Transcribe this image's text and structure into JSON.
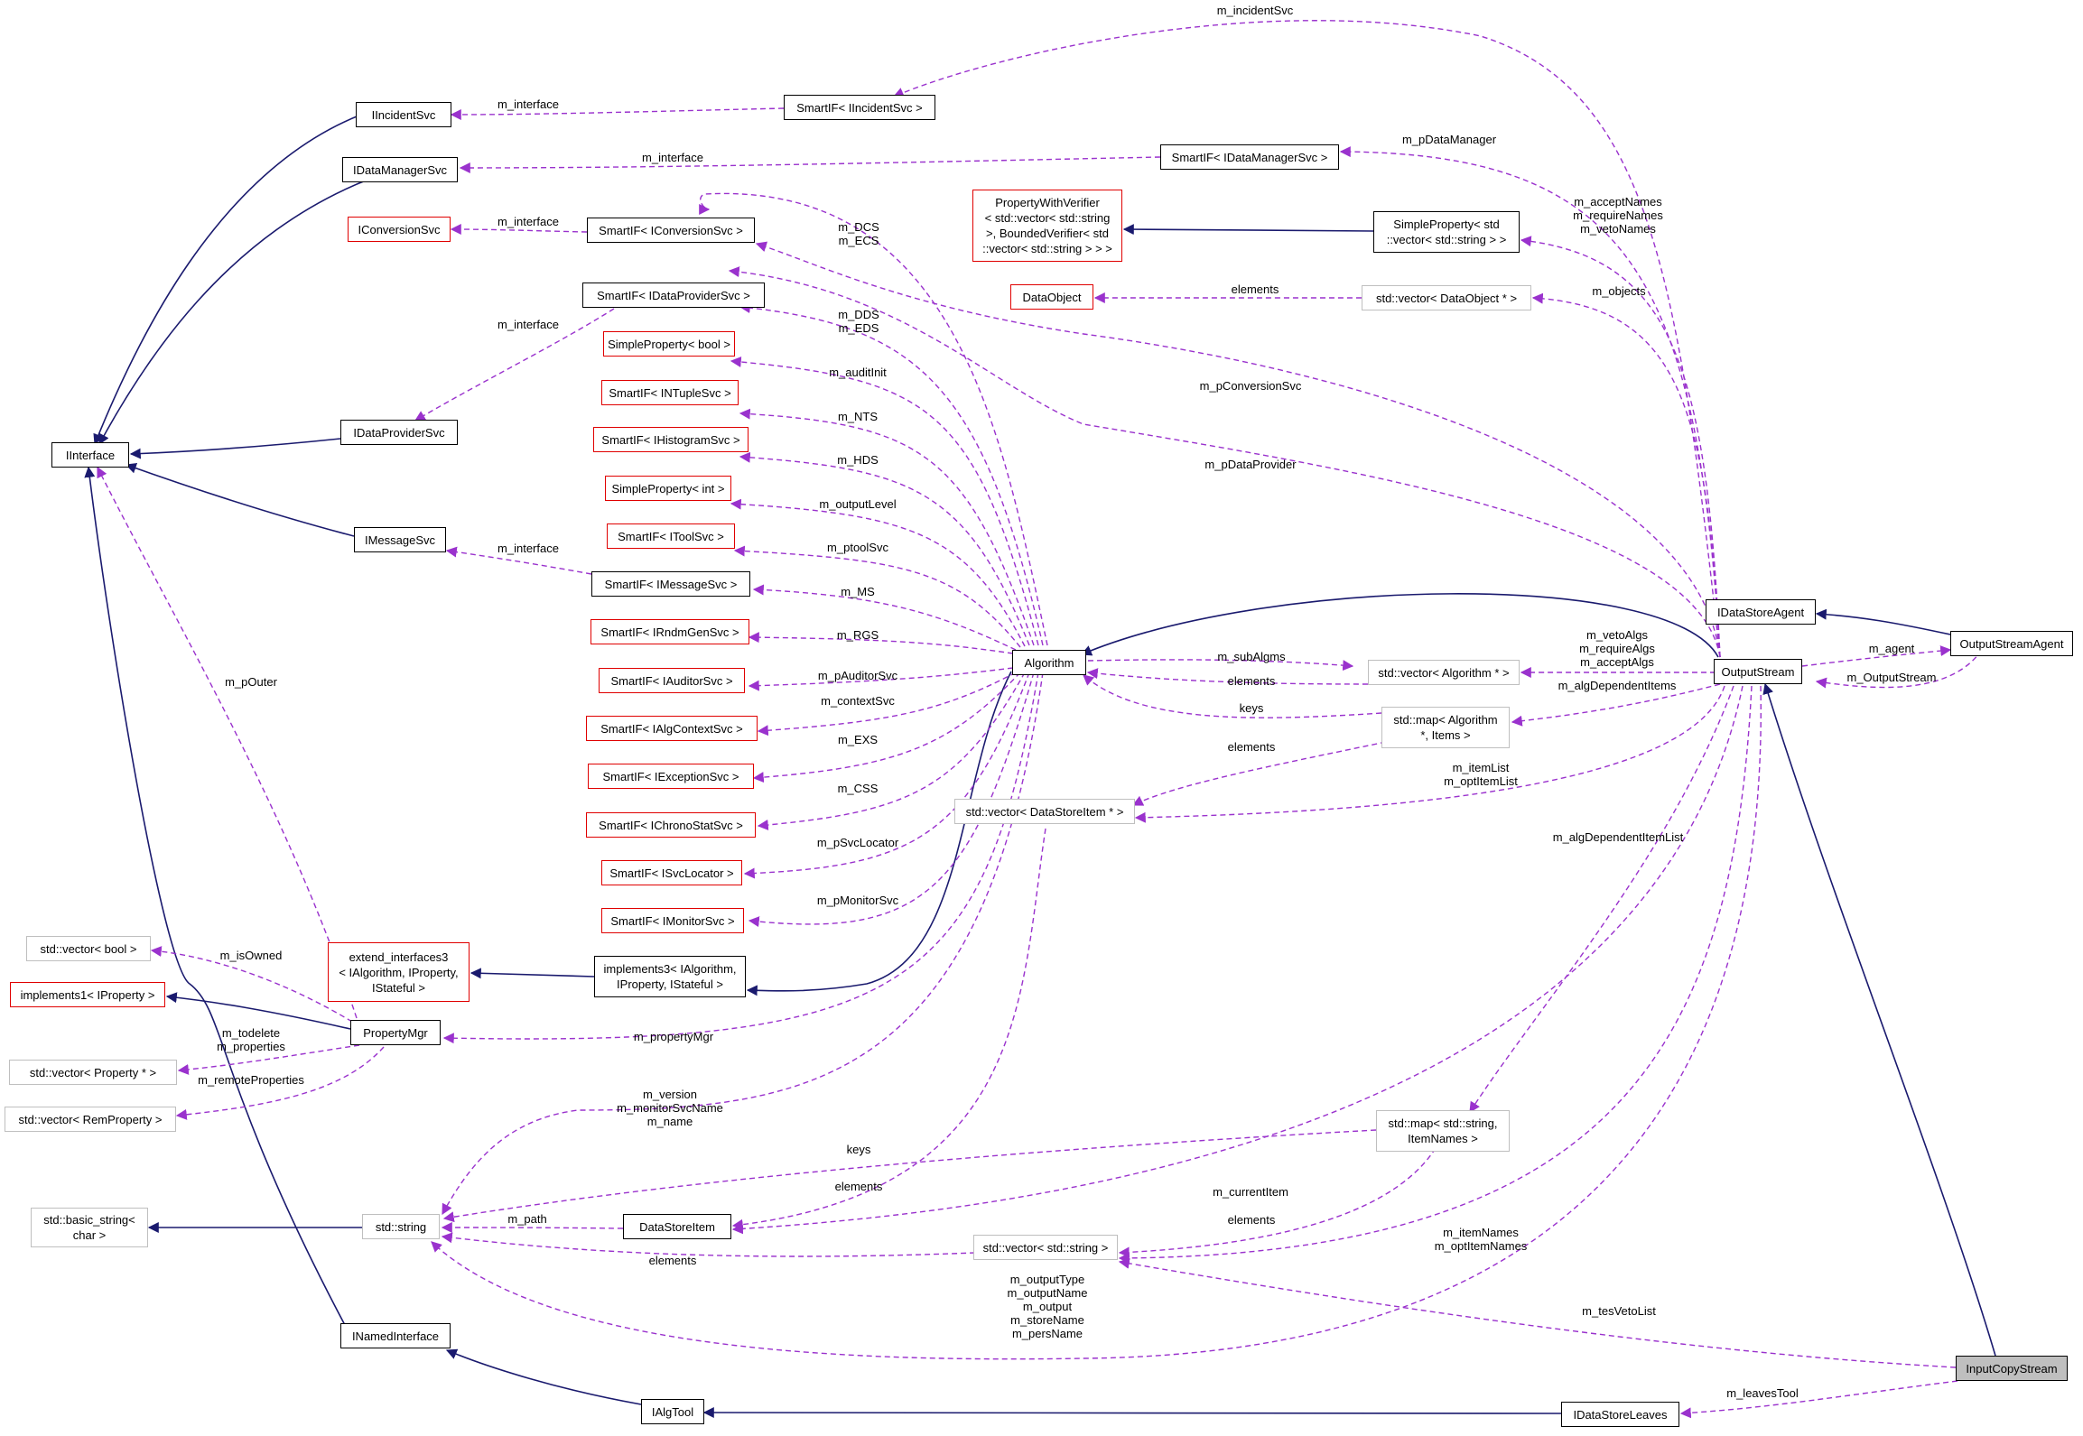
{
  "colors": {
    "inheritance": "#1a1a6e",
    "usage": "#9a32cd",
    "box_border_normal": "#000000",
    "box_border_template": "#e00000",
    "box_border_external": "#bfbfbf",
    "selected_fill": "#bfbfbf"
  },
  "nodes": {
    "IIncidentSvc": "IIncidentSvc",
    "IDataManagerSvc": "IDataManagerSvc",
    "IConversionSvc": "IConversionSvc",
    "IInterface": "IInterface",
    "IDataProviderSvc": "IDataProviderSvc",
    "IMessageSvc": "IMessageSvc",
    "vecBool": "std::vector< bool >",
    "implements1": "implements1< IProperty >",
    "PropertyMgr": "PropertyMgr",
    "vecProperty": "std::vector< Property * >",
    "vecRemProperty": "std::vector< RemProperty >",
    "basicString": "std::basic_string<\nchar >",
    "stdString": "std::string",
    "INamedInterface": "INamedInterface",
    "IAlgTool": "IAlgTool",
    "SmartIncident": "SmartIF< IIncidentSvc >",
    "SmartDataManager": "SmartIF< IDataManagerSvc >",
    "SmartConversion": "SmartIF< IConversionSvc >",
    "SmartDataProvider": "SmartIF< IDataProviderSvc >",
    "SimpleBool": "SimpleProperty< bool >",
    "SmartNTuple": "SmartIF< INTupleSvc >",
    "SmartHistogram": "SmartIF< IHistogramSvc >",
    "SimpleInt": "SimpleProperty< int >",
    "SmartTool": "SmartIF< IToolSvc >",
    "SmartMessage": "SmartIF< IMessageSvc >",
    "SmartRndm": "SmartIF< IRndmGenSvc >",
    "SmartAuditor": "SmartIF< IAuditorSvc >",
    "SmartAlgContext": "SmartIF< IAlgContextSvc >",
    "SmartException": "SmartIF< IExceptionSvc >",
    "SmartChrono": "SmartIF< IChronoStatSvc >",
    "SmartSvcLocator": "SmartIF< ISvcLocator >",
    "SmartMonitor": "SmartIF< IMonitorSvc >",
    "extendInterfaces3": "extend_interfaces3\n< IAlgorithm, IProperty,\nIStateful >",
    "implements3": "implements3< IAlgorithm,\nIProperty, IStateful >",
    "PropertyWithVerifier": "PropertyWithVerifier\n< std::vector< std::string\n>, BoundedVerifier< std\n::vector< std::string > > >",
    "DataObject": "DataObject",
    "Algorithm": "Algorithm",
    "vecDataStoreItem": "std::vector< DataStoreItem * >",
    "DataStoreItem": "DataStoreItem",
    "vecString": "std::vector< std::string >",
    "SimplePropertyVecString": "SimpleProperty< std\n::vector< std::string > >",
    "vecDataObject": "std::vector< DataObject * >",
    "vecAlgorithm": "std::vector< Algorithm * >",
    "mapAlgorithm": "std::map< Algorithm\n*, Items >",
    "mapString": "std::map< std::string,\nItemNames >",
    "IDataStoreAgent": "IDataStoreAgent",
    "OutputStream": "OutputStream",
    "OutputStreamAgent": "OutputStreamAgent",
    "IDataStoreLeaves": "IDataStoreLeaves",
    "InputCopyStream": "InputCopyStream"
  },
  "edge_labels": {
    "l_m_incidentSvc": "m_incidentSvc",
    "l_iface1": "m_interface",
    "l_pDataManager": "m_pDataManager",
    "l_iface2": "m_interface",
    "l_accept": "m_acceptNames\nm_requireNames\nm_vetoNames",
    "l_iface3": "m_interface",
    "l_dcs": "m_DCS\nm_ECS",
    "l_dds": "m_DDS\nm_EDS",
    "l_iface4": "m_interface",
    "l_elements_do": "elements",
    "l_objects": "m_objects",
    "l_auditInit": "m_auditInit",
    "l_nts": "m_NTS",
    "l_hds": "m_HDS",
    "l_outputLevel": "m_outputLevel",
    "l_ptoolSvc": "m_ptoolSvc",
    "l_ms": "m_MS",
    "l_rgs": "m_RGS",
    "l_pAuditorSvc": "m_pAuditorSvc",
    "l_contextSvc": "m_contextSvc",
    "l_exs": "m_EXS",
    "l_css": "m_CSS",
    "l_pSvcLocator": "m_pSvcLocator",
    "l_pMonitorSvc": "m_pMonitorSvc",
    "l_pConversionSvc": "m_pConversionSvc",
    "l_pDataProvider": "m_pDataProvider",
    "l_iface5": "m_interface",
    "l_pOuter": "m_pOuter",
    "l_isOwned": "m_isOwned",
    "l_todelete": "m_todelete\nm_properties",
    "l_remote": "m_remoteProperties",
    "l_propertyMgr": "m_propertyMgr",
    "l_subAlgms": "m_subAlgms",
    "l_elements_alg": "elements",
    "l_keys_alg": "keys",
    "l_elements_dsi": "elements",
    "l_vetoAlgs": "m_vetoAlgs\nm_requireAlgs\nm_acceptAlgs",
    "l_algDependentItems": "m_algDependentItems",
    "l_itemList": "m_itemList\nm_optItemList",
    "l_algDependentItemList": "m_algDependentItemList",
    "l_agent": "m_agent",
    "l_OutputStream": "m_OutputStream",
    "l_version": "m_version\nm_monitorSvcName\nm_name",
    "l_keys_map": "keys",
    "l_elements_ds": "elements",
    "l_currentItem": "m_currentItem",
    "l_path": "m_path",
    "l_elements_vs1": "elements",
    "l_elements_vs2": "elements",
    "l_itemNames": "m_itemNames\nm_optItemNames",
    "l_outputType": "m_outputType\nm_outputName\nm_output\nm_storeName\nm_persName",
    "l_tesVetoList": "m_tesVetoList",
    "l_leavesTool": "m_leavesTool"
  }
}
